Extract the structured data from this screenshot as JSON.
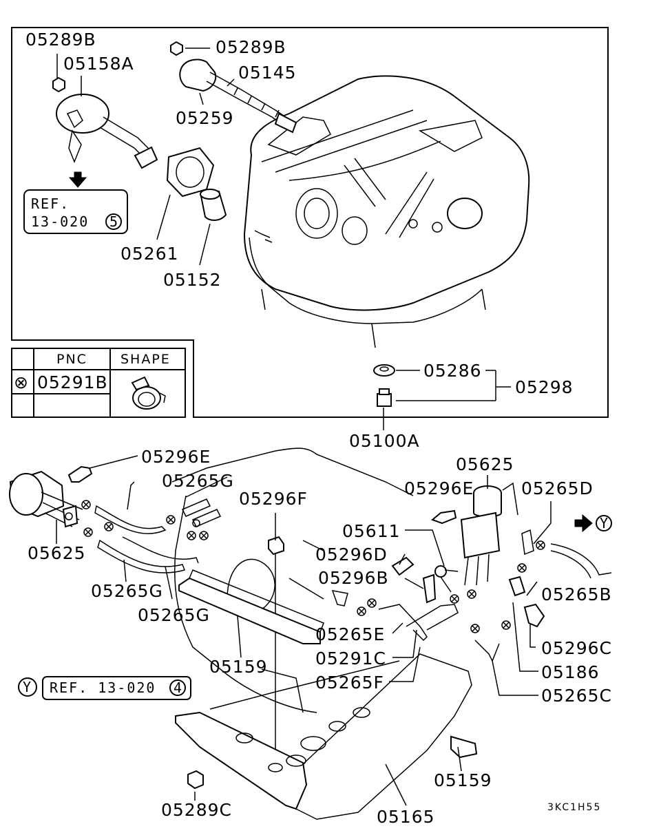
{
  "labels": {
    "p05289B_a": "05289B",
    "p05158A": "05158A",
    "p05289B_b": "05289B",
    "p05145": "05145",
    "p05259": "05259",
    "p05261": "05261",
    "p05152": "05152",
    "p05286": "05286",
    "p05298": "05298",
    "p05100A": "05100A",
    "p05296E_a": "05296E",
    "p05265G_a": "05265G",
    "p05625_a": "05625",
    "p05265G_b": "05265G",
    "p05265G_c": "05265G",
    "p05296F": "05296F",
    "p05159_a": "05159",
    "p05625_b": "05625",
    "p05296E_b": "05296E",
    "p05265D": "05265D",
    "p05611": "05611",
    "p05296D": "05296D",
    "p05296B": "05296B",
    "p05265B": "05265B",
    "p05265E": "05265E",
    "p05291C": "05291C",
    "p05265F": "05265F",
    "p05296C": "05296C",
    "p05186": "05186",
    "p05265C": "05265C",
    "p05159_b": "05159",
    "p05289C": "05289C",
    "p05165": "05165"
  },
  "refs": {
    "ref_top_line1": "REF.",
    "ref_top_line2": "13-020",
    "ref_top_circle": "5",
    "ref_bottom_text": "REF. 13-020",
    "ref_bottom_circle": "4",
    "y_marker": "Y",
    "y_marker_right": "Y"
  },
  "table": {
    "headers": [
      "PNC",
      "SHAPE"
    ],
    "row_symbol": "⊗",
    "row_pnc": "05291B"
  },
  "drawing_code": "3KC1H55"
}
